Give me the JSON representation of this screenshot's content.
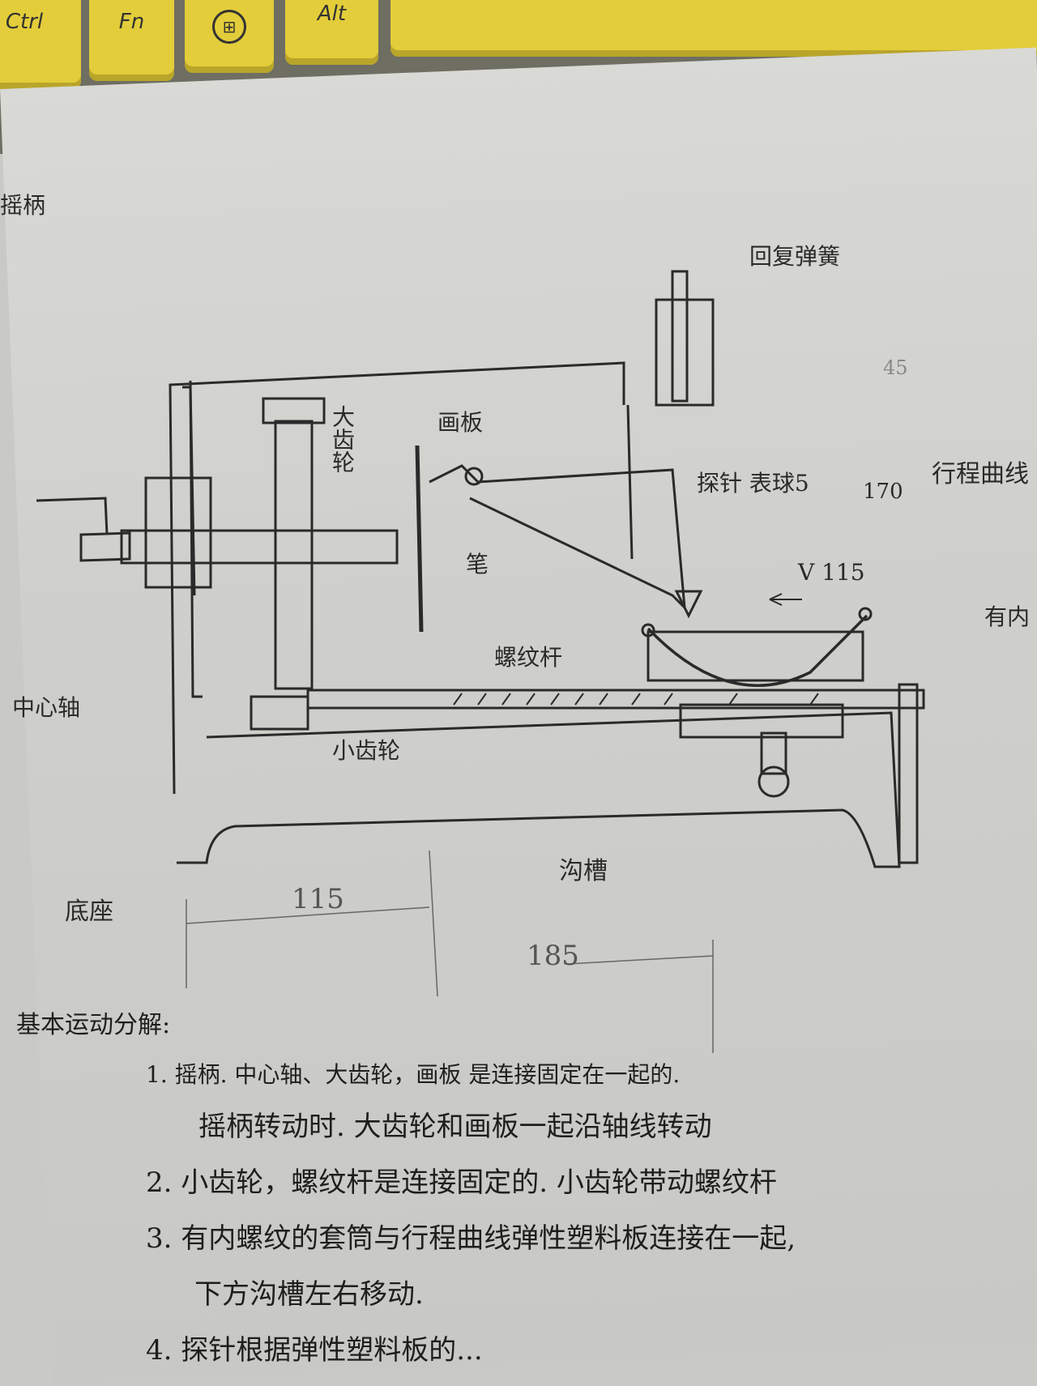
{
  "keyboard": {
    "keys": [
      "Ctrl",
      "Fn",
      "windows-logo-icon",
      "Alt"
    ]
  },
  "labels": {
    "handle": "摇柄",
    "center_shaft": "中心轴",
    "big_gear": "大齿轮",
    "drawing_board": "画板",
    "pen": "笔",
    "return_spring": "回复弹簧",
    "probe": "探针 表球5",
    "dim_170": "170",
    "stroke_curve": "行程曲线",
    "velocity": "V 115",
    "inner_thread": "有内",
    "screw_rod": "螺纹杆",
    "small_gear": "小齿轮",
    "base": "底座",
    "groove": "沟槽",
    "dim_115": "115",
    "dim_185": "185",
    "dim_45": "45"
  },
  "notes": {
    "title": "基本运动分解:",
    "items": [
      "1. 摇柄. 中心轴、大齿轮，画板  是连接固定在一起的.",
      "摇柄转动时. 大齿轮和画板一起沿轴线转动",
      "2. 小齿轮，螺纹杆是连接固定的. 小齿轮带动螺纹杆",
      "3. 有内螺纹的套筒与行程曲线弹性塑料板连接在一起,",
      "下方沟槽左右移动.",
      "4. 探针根据弹性塑料板的..."
    ]
  },
  "colors": {
    "paper": "#d4d4d0",
    "pencil": "#2a2a2a",
    "key": "#e3cd3a"
  }
}
